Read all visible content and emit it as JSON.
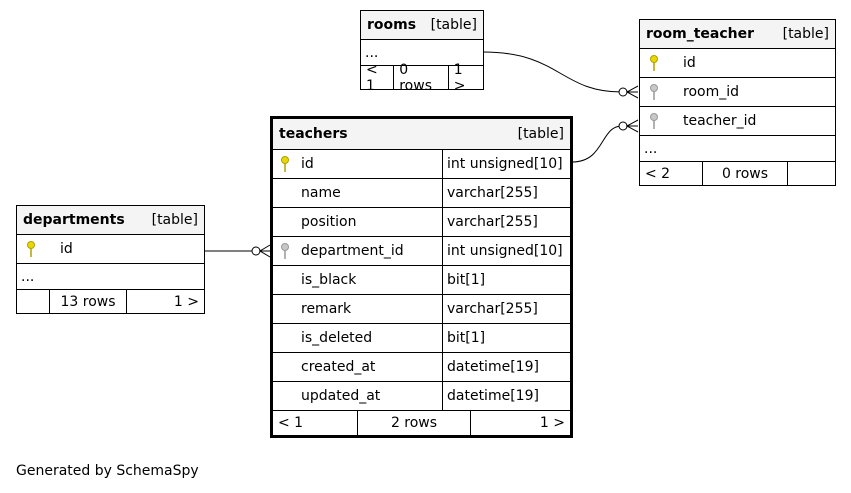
{
  "rooms": {
    "name": "rooms",
    "kind": "[table]",
    "ellipsis": "...",
    "footer": [
      "< 1",
      "0 rows",
      "1 >"
    ]
  },
  "room_teacher": {
    "name": "room_teacher",
    "kind": "[table]",
    "columns": [
      {
        "name": "id",
        "key": "primary"
      },
      {
        "name": "room_id",
        "key": "foreign"
      },
      {
        "name": "teacher_id",
        "key": "foreign"
      }
    ],
    "ellipsis": "...",
    "footer": [
      "< 2",
      "0 rows",
      ""
    ]
  },
  "teachers": {
    "name": "teachers",
    "kind": "[table]",
    "columns": [
      {
        "name": "id",
        "type": "int unsigned[10]",
        "key": "primary"
      },
      {
        "name": "name",
        "type": "varchar[255]"
      },
      {
        "name": "position",
        "type": "varchar[255]"
      },
      {
        "name": "department_id",
        "type": "int unsigned[10]",
        "key": "foreign"
      },
      {
        "name": "is_black",
        "type": "bit[1]"
      },
      {
        "name": "remark",
        "type": "varchar[255]"
      },
      {
        "name": "is_deleted",
        "type": "bit[1]"
      },
      {
        "name": "created_at",
        "type": "datetime[19]"
      },
      {
        "name": "updated_at",
        "type": "datetime[19]"
      }
    ],
    "footer": [
      "< 1",
      "2 rows",
      "1 >"
    ]
  },
  "departments": {
    "name": "departments",
    "kind": "[table]",
    "columns": [
      {
        "name": "id",
        "key": "primary"
      }
    ],
    "ellipsis": "...",
    "footer": [
      "",
      "13 rows",
      "1 >"
    ]
  },
  "generated_by": "Generated by SchemaSpy",
  "colors": {
    "primary_key": "#e8d800",
    "foreign_key": "#b0b0b0"
  }
}
